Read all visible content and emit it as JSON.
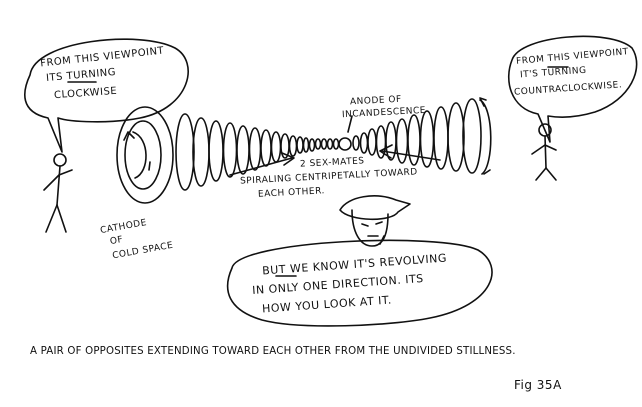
{
  "bubble_left": {
    "line1": "FROM THIS VIEWPOINT",
    "line2": "ITS TURNING",
    "line3": "CLOCKWISE"
  },
  "bubble_right": {
    "line1": "FROM THIS VIEWPOINT",
    "line2": "IT'S TURNING",
    "line3": "COUNTRACLOCKWISE."
  },
  "label_anode": {
    "line1": "ANODE OF",
    "line2": "INCANDESCENCE"
  },
  "label_cathode": {
    "line1": "CATHODE",
    "line2": "OF",
    "line3": "COLD SPACE"
  },
  "label_sexmates": {
    "line1": "2 SEX-MATES",
    "line2": "SPIRALING CENTRIPETALLY TOWARD",
    "line3": "EACH OTHER."
  },
  "bubble_bottom": {
    "line1": "BUT WE KNOW IT'S REVOLVING",
    "line2": "IN ONLY ONE DIRECTION. ITS",
    "line3": "HOW YOU LOOK AT IT."
  },
  "caption": "A PAIR OF OPPOSITES EXTENDING TOWARD EACH OTHER FROM THE UNDIVIDED STILLNESS.",
  "figure_label": "Fig 35A"
}
